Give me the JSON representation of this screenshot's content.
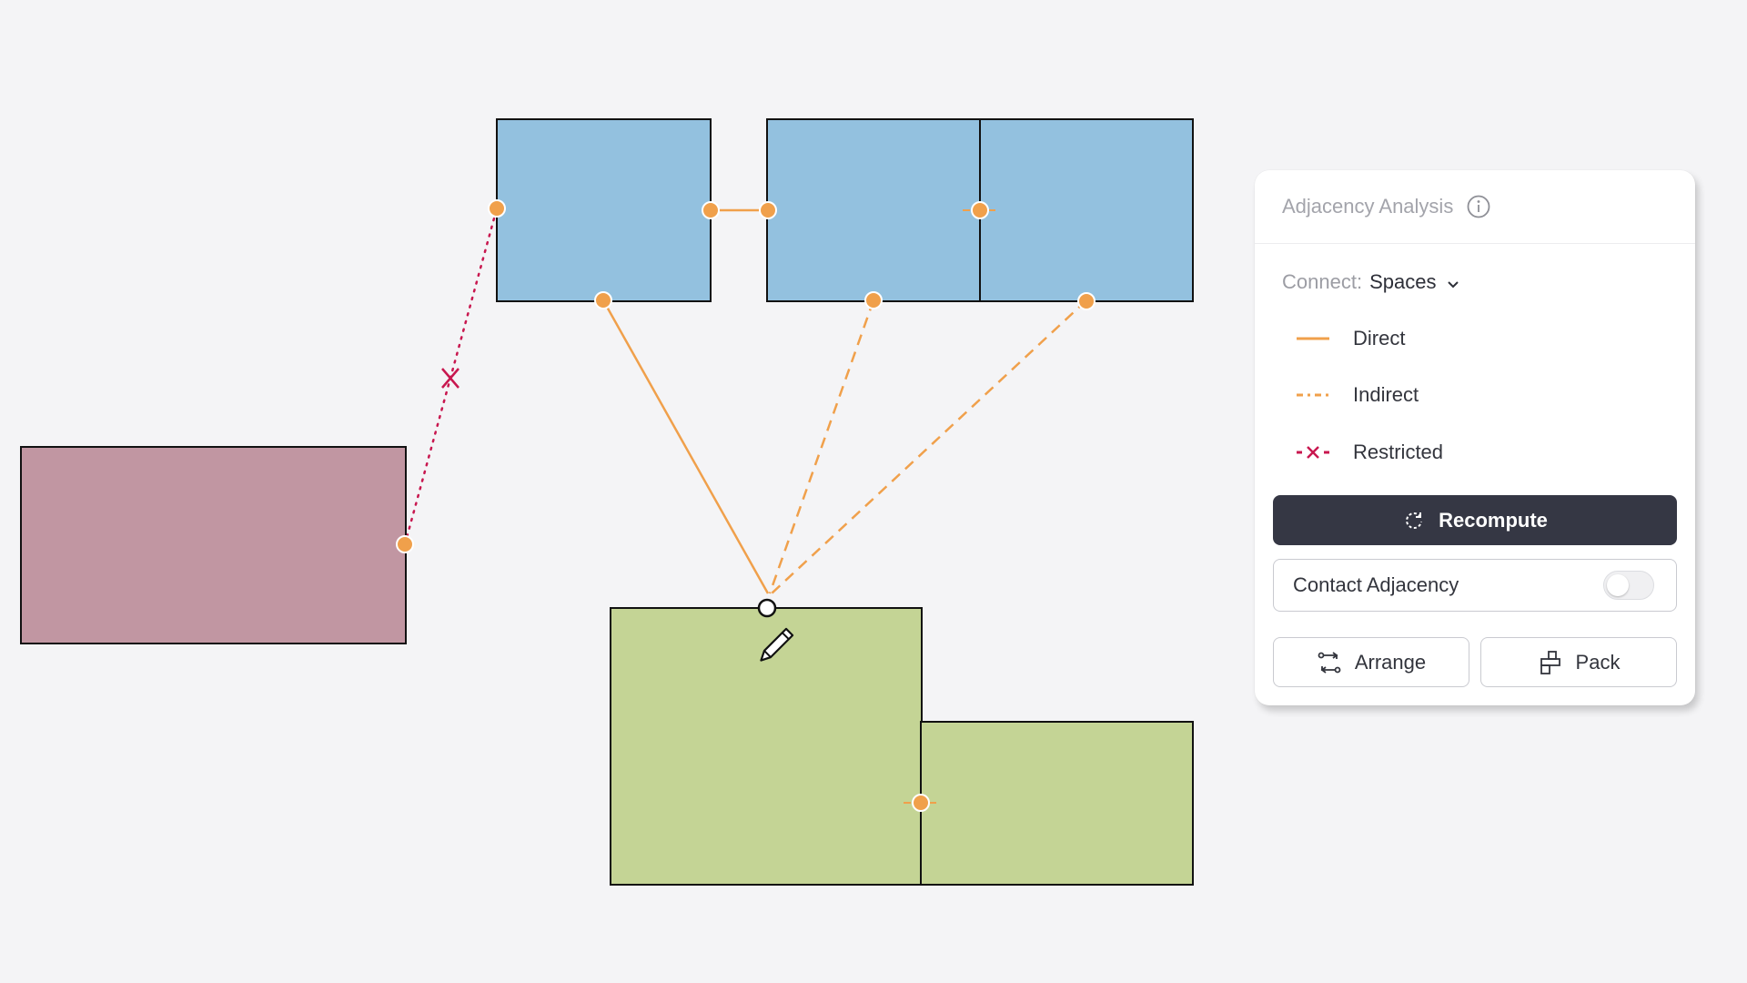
{
  "panel": {
    "title": "Adjacency Analysis",
    "info_icon": "info-icon",
    "connect_label": "Connect:",
    "connect_value": "Spaces",
    "legend": [
      {
        "label": "Direct",
        "style": "solid",
        "color": "#f0a04b"
      },
      {
        "label": "Indirect",
        "style": "dash-dot",
        "color": "#f0a04b"
      },
      {
        "label": "Restricted",
        "style": "cross",
        "color": "#c8174f"
      }
    ],
    "recompute_label": "Recompute",
    "contact_label": "Contact Adjacency",
    "contact_enabled": false,
    "arrange_label": "Arrange",
    "pack_label": "Pack"
  },
  "colors": {
    "blue_space": "#93c1df",
    "green_space": "#c4d495",
    "mauve_space": "#c196a2",
    "connector": "#f0a04b",
    "restricted": "#c8174f",
    "button_dark": "#353744"
  },
  "diagram": {
    "spaces": [
      {
        "id": "blue-a",
        "group": "blue"
      },
      {
        "id": "blue-b",
        "group": "blue"
      },
      {
        "id": "blue-c",
        "group": "blue"
      },
      {
        "id": "mauve-a",
        "group": "mauve"
      },
      {
        "id": "green-a",
        "group": "green"
      },
      {
        "id": "green-b",
        "group": "green"
      }
    ],
    "connections": [
      {
        "from": "blue-a",
        "to": "blue-b",
        "type": "direct"
      },
      {
        "from": "blue-a",
        "to": "green-a",
        "type": "direct"
      },
      {
        "from": "blue-b",
        "to": "green-a",
        "type": "indirect"
      },
      {
        "from": "blue-c",
        "to": "green-a",
        "type": "indirect"
      },
      {
        "from": "mauve-a",
        "to": "blue-a",
        "type": "restricted"
      }
    ]
  }
}
